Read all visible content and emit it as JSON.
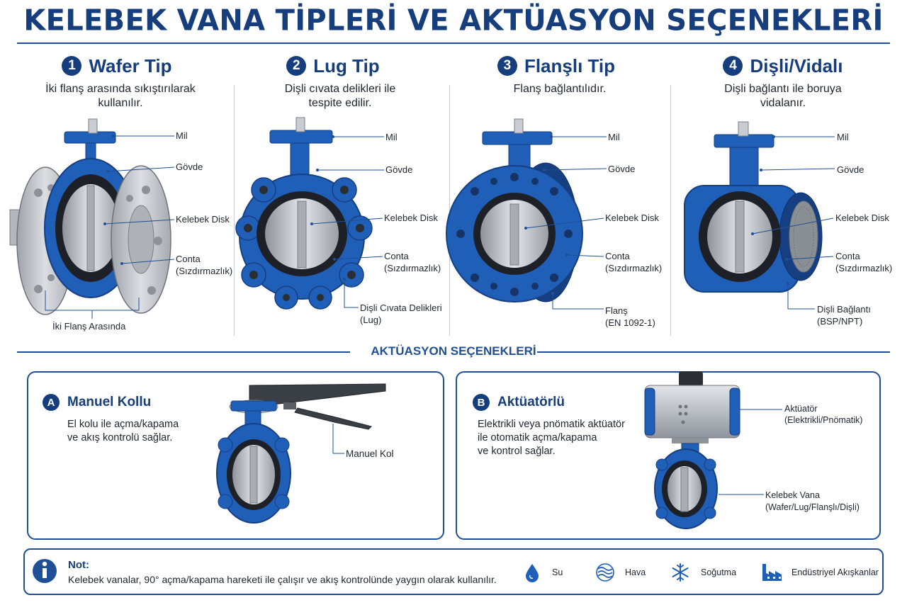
{
  "title": "KELEBEK VANA TİPLERİ VE AKTÜASYON SEÇENEKLERİ",
  "types": [
    {
      "num": "1",
      "title": "Wafer Tip",
      "desc1": "İki flanş arasında sıkıştırılarak",
      "desc2": "kullanılır.",
      "labels": {
        "mil": "Mil",
        "govde": "Gövde",
        "disk": "Kelebek Disk",
        "conta1": "Conta",
        "conta2": "(Sızdırmazlık)",
        "extra1": "İki Flanş Arasında",
        "extra2": ""
      }
    },
    {
      "num": "2",
      "title": "Lug Tip",
      "desc1": "Dişli cıvata delikleri ile",
      "desc2": "tespite edilir.",
      "labels": {
        "mil": "Mil",
        "govde": "Gövde",
        "disk": "Kelebek Disk",
        "conta1": "Conta",
        "conta2": "(Sızdırmazlık)",
        "extra1": "Dişli Cıvata Delikleri",
        "extra2": "(Lug)"
      }
    },
    {
      "num": "3",
      "title": "Flanşlı Tip",
      "desc1": "Flanş bağlantılıdır.",
      "desc2": "",
      "labels": {
        "mil": "Mil",
        "govde": "Gövde",
        "disk": "Kelebek Disk",
        "conta1": "Conta",
        "conta2": "(Sızdırmazlık)",
        "extra1": "Flanş",
        "extra2": "(EN 1092-1)"
      }
    },
    {
      "num": "4",
      "title": "Dişli/Vidalı",
      "desc1": "Dişli bağlantı ile boruya",
      "desc2": "vidalanır.",
      "labels": {
        "mil": "Mil",
        "govde": "Gövde",
        "disk": "Kelebek Disk",
        "conta1": "Conta",
        "conta2": "(Sızdırmazlık)",
        "extra1": "Dişli Bağlantı",
        "extra2": "(BSP/NPT)"
      }
    }
  ],
  "actuation": {
    "section_title": "AKTÜASYON SEÇENEKLERİ",
    "manual": {
      "badge": "A",
      "title": "Manuel Kollu",
      "desc1": "El kolu ile açma/kapama",
      "desc2": "ve akış kontrolü sağlar.",
      "label": "Manuel Kol"
    },
    "actuated": {
      "badge": "B",
      "title": "Aktüatörlü",
      "desc1": "Elektrikli veya pnömatik aktüatör",
      "desc2": "ile otomatik açma/kapama",
      "desc3": "ve kontrol sağlar.",
      "label_act1": "Aktüatör",
      "label_act2": "(Elektrikli/Pnömatik)",
      "label_valve1": "Kelebek Vana",
      "label_valve2": "(Wafer/Lug/Flanşlı/Dişli)"
    }
  },
  "note": {
    "icon": "info-icon",
    "title": "Not:",
    "text": "Kelebek vanalar, 90° açma/kapama hareketi ile çalışır ve akış kontrolünde yaygın olarak kullanılır.",
    "legend": [
      {
        "icon": "water-drop-icon",
        "label": "Su"
      },
      {
        "icon": "air-waves-icon",
        "label": "Hava"
      },
      {
        "icon": "snowflake-icon",
        "label": "Soğutma"
      },
      {
        "icon": "factory-icon",
        "label": "Endüstriyel Akışkanlar"
      }
    ]
  },
  "colors": {
    "brand": "#173e7c",
    "valve_blue": "#1f5fb8",
    "valve_dark": "#163f82",
    "steel": "#b9bcc2",
    "flange_gray": "#c8cbd0"
  }
}
